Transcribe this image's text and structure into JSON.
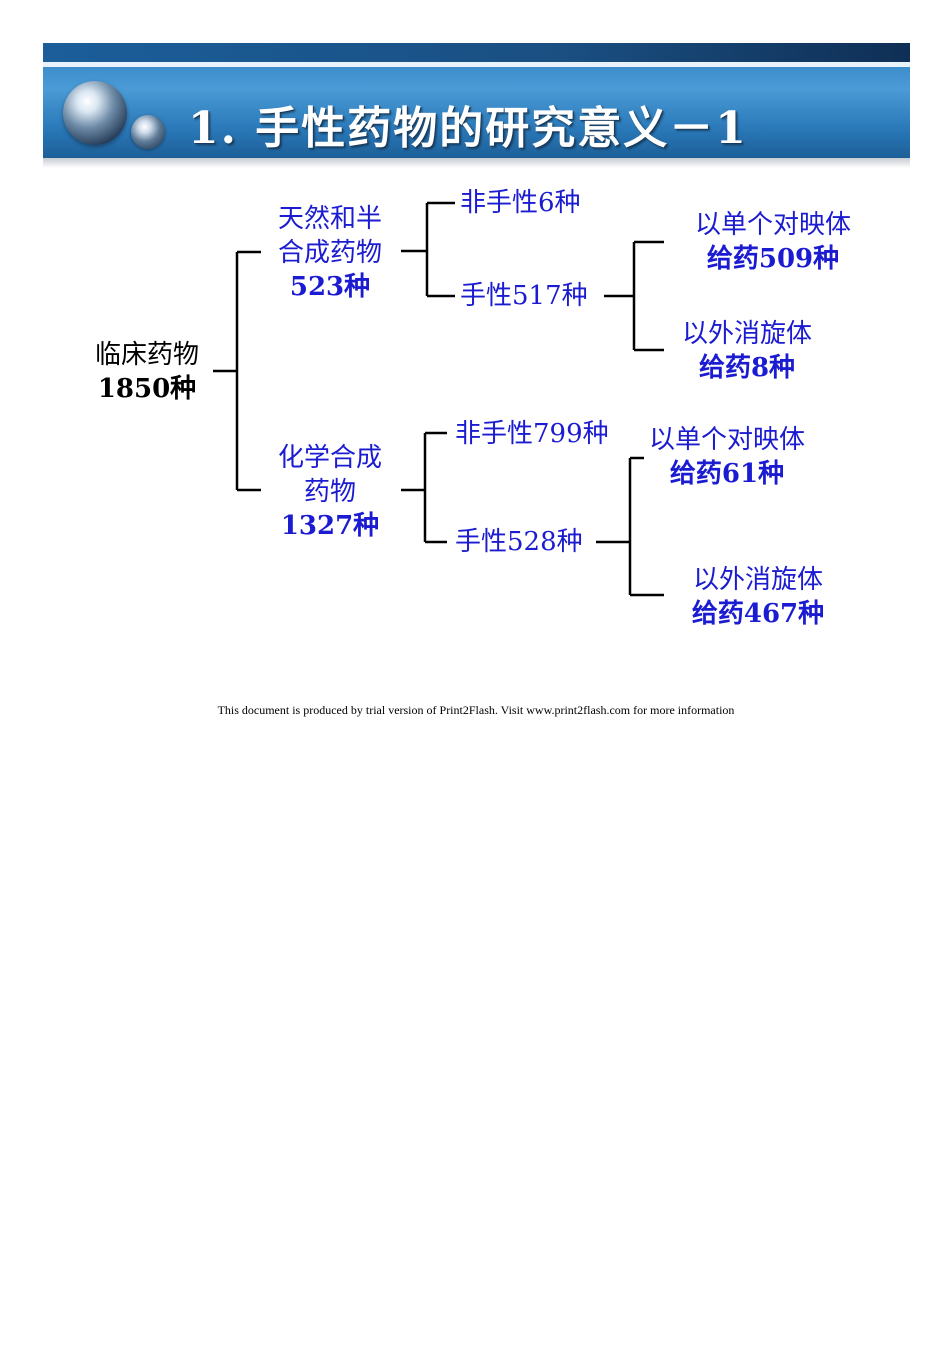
{
  "header": {
    "title": "1.  手性药物的研究意义－1"
  },
  "tree": {
    "root": {
      "line1": "临床药物",
      "line2": "1850种"
    },
    "natural": {
      "line1": "天然和半",
      "line2": "合成药物",
      "line3": "523种"
    },
    "synthetic": {
      "line1": "化学合成",
      "line2": "药物",
      "line3": "1327种"
    },
    "natural_achiral": {
      "label": "非手性6种"
    },
    "natural_chiral": {
      "label": "手性517种"
    },
    "natural_chiral_single": {
      "line1": "以单个对映体",
      "line2": "给药509种"
    },
    "natural_chiral_racemic": {
      "line1": "以外消旋体",
      "line2": "给药8种"
    },
    "synthetic_achiral": {
      "label": "非手性799种"
    },
    "synthetic_chiral": {
      "label": "手性528种"
    },
    "synthetic_chiral_single": {
      "line1": "以单个对映体",
      "line2": "给药61种"
    },
    "synthetic_chiral_racemic": {
      "line1": "以外消旋体",
      "line2": "给药467种"
    }
  },
  "footer": {
    "notice": "This document is produced by trial version of Print2Flash. Visit www.print2flash.com for more information"
  },
  "colors": {
    "node_blue": "#1b1bd1",
    "node_black": "#000000",
    "banner_blue": "#2f7fc0"
  }
}
